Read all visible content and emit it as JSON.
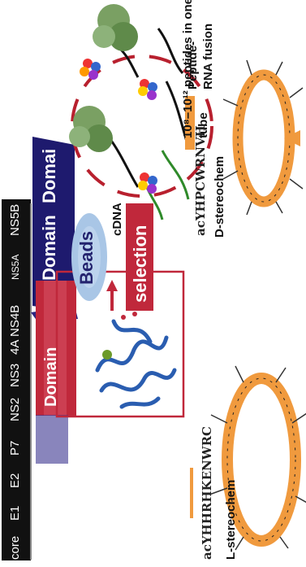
{
  "genome": {
    "segments": [
      "core",
      "E1",
      "E2",
      "P7",
      "NS2",
      "NS3",
      "4A",
      "NS4B",
      "NS5A",
      "NS5B"
    ]
  },
  "domains": {
    "upper_label": "Domain",
    "upper_label_2": "Domai",
    "lower_label": "Domain"
  },
  "labels": {
    "beads": "Beads",
    "selection": "selection",
    "cdna": "cDNA",
    "peptide_count": "10⁸–10¹² peptides in one tube",
    "peptide_rna": "Peptide-RNA fusion"
  },
  "peptides": {
    "left_sequence": "acYHHRHKENWRC",
    "left_stereo": "L-stereochem",
    "right_sequence": "acYHPCWRNVH",
    "right_stereo": "D-stereochem"
  },
  "colors": {
    "navy": "#1e1a6e",
    "red": "#c0283b",
    "orange": "#f09a3e",
    "bead_blue": "#a9c6e6",
    "protein_blue": "#2a5db0"
  }
}
